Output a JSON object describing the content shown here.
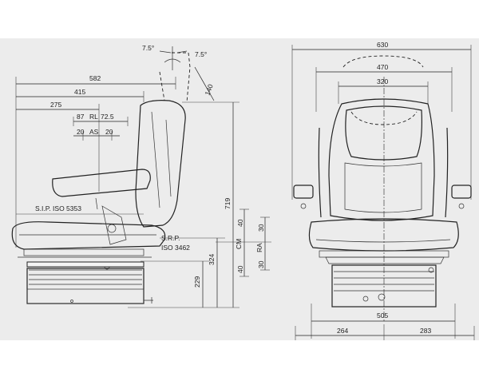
{
  "side_view": {
    "angle_left": "7.5°",
    "angle_right": "7.5°",
    "dim_total_depth": "582",
    "dim_depth_415": "415",
    "dim_depth_275": "275",
    "dim_87": "87",
    "dim_rl_label": "RL",
    "dim_72_5": "72.5",
    "dim_20_left": "20",
    "dim_as_label": "AS",
    "dim_20_right": "20",
    "dim_backrest_140": "140",
    "dim_height_719": "719",
    "dim_height_324": "324",
    "dim_height_229": "229",
    "cm_label": "CM",
    "cm_up": "40",
    "cm_down": "40",
    "ra_label": "RA",
    "ra_up": "30",
    "ra_down": "30",
    "sip_label": "S.I.P.  ISO 5353",
    "srp_label_line1": "S.R.P.",
    "srp_label_line2": "ISO 3462"
  },
  "front_view": {
    "dim_width_630": "630",
    "dim_width_470": "470",
    "dim_width_320": "320",
    "dim_base_505": "505",
    "dim_left_264": "264",
    "dim_right_283": "283"
  }
}
